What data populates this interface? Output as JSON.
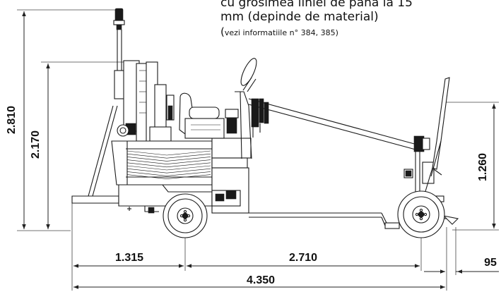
{
  "caption": {
    "line1": "cu grosimea liniei de pana la 15",
    "line2": "mm (depinde de material)",
    "ref_open": "(",
    "ref_text": "vezi informatiile n° 384, 385)"
  },
  "dimensions": {
    "total_height": "2.810",
    "seat_height": "2.170",
    "guide_height": "1.260",
    "front_overhang": "1.315",
    "wheelbase": "2.710",
    "rear_overhang": "95",
    "total_length": "4.350"
  },
  "colors": {
    "line": "#1a1a1a",
    "background": "#ffffff"
  }
}
